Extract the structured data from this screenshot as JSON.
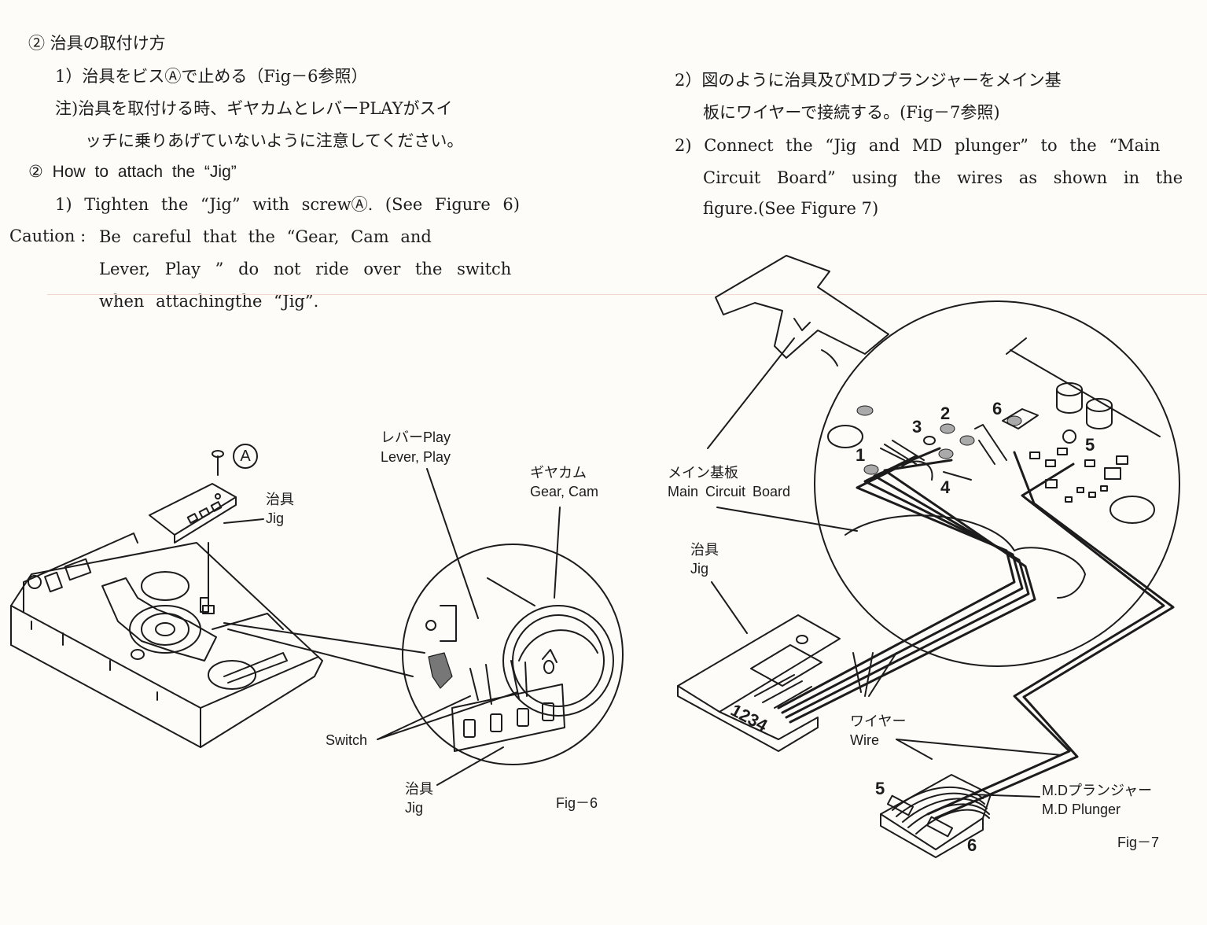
{
  "left_text": {
    "jp_heading": "② 治具の取付け方",
    "jp_step1": "1）治具をビスⒶで止める（Fig－6参照）",
    "jp_note_1": "注)治具を取付ける時、ギヤカムとレバーPLAYがスイ",
    "jp_note_2": "ッチに乗りあげていないように注意してください。",
    "en_heading": "② How to attach the “Jig”",
    "en_step1": "1) Tighten the “Jig” with screwⒶ. (See Figure 6)",
    "caution_label": "Caution :",
    "caution_1": "Be careful that the “Gear, Cam and",
    "caution_2": "Lever, Play ” do not ride over the switch",
    "caution_3": "when attachingthe “Jig”."
  },
  "right_text": {
    "jp_step2_1": "2）図のように治具及びMDプランジャーをメイン基",
    "jp_step2_2": "板にワイヤーで接続する。(Fig－7参照)",
    "en_step2_1": "2) Connect the “Jig and MD plunger” to the “Main",
    "en_step2_2": "Circuit Board” using the wires as shown in the",
    "en_step2_3": "figure.(See Figure 7)"
  },
  "fig6": {
    "screw_mark": "A",
    "jig_jp": "治具",
    "jig_en": "Jig",
    "lever_jp": "レバーPlay",
    "lever_en": "Lever, Play",
    "gear_jp": "ギヤカム",
    "gear_en": "Gear, Cam",
    "switch_label": "Switch",
    "jig2_jp": "治具",
    "jig2_en": "Jig",
    "caption": "Fig－6"
  },
  "fig7": {
    "board_jp": "メイン基板",
    "board_en": "Main Circuit Board",
    "jig_jp": "治具",
    "jig_en": "Jig",
    "wire_jp": "ワイヤー",
    "wire_en": "Wire",
    "plunger_jp": "M.Dプランジャー",
    "plunger_en": "M.D Plunger",
    "caption": "Fig－7",
    "pads": [
      "1",
      "2",
      "3",
      "4",
      "5",
      "6"
    ],
    "jig_pins": "1234",
    "plunger_pins": [
      "5",
      "6"
    ]
  }
}
